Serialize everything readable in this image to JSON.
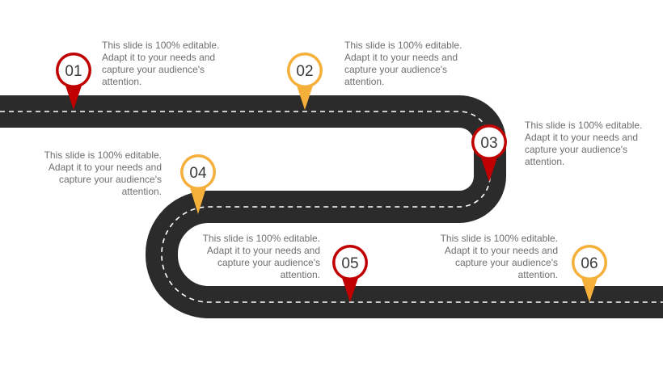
{
  "colors": {
    "road": "#2b2b2b",
    "road_dash": "#ffffff",
    "red_accent": "#c00000",
    "orange_accent": "#f4b03a",
    "text": "#6e6e6e"
  },
  "milestones": [
    {
      "number": "01",
      "color": "red",
      "text": "This slide is 100% editable. Adapt it to your needs and capture your audience's attention."
    },
    {
      "number": "02",
      "color": "orange",
      "text": "This slide is 100% editable. Adapt it to your needs and capture your audience's attention."
    },
    {
      "number": "03",
      "color": "red",
      "text": "This slide is 100% editable. Adapt it to your needs and capture your audience's attention."
    },
    {
      "number": "04",
      "color": "orange",
      "text": "This slide is 100% editable. Adapt it to your needs and capture your audience's attention."
    },
    {
      "number": "05",
      "color": "red",
      "text": "This slide is 100% editable. Adapt it to your needs and capture your audience's attention."
    },
    {
      "number": "06",
      "color": "orange",
      "text": "This slide is 100% editable. Adapt it to your needs and capture your audience's attention."
    }
  ]
}
